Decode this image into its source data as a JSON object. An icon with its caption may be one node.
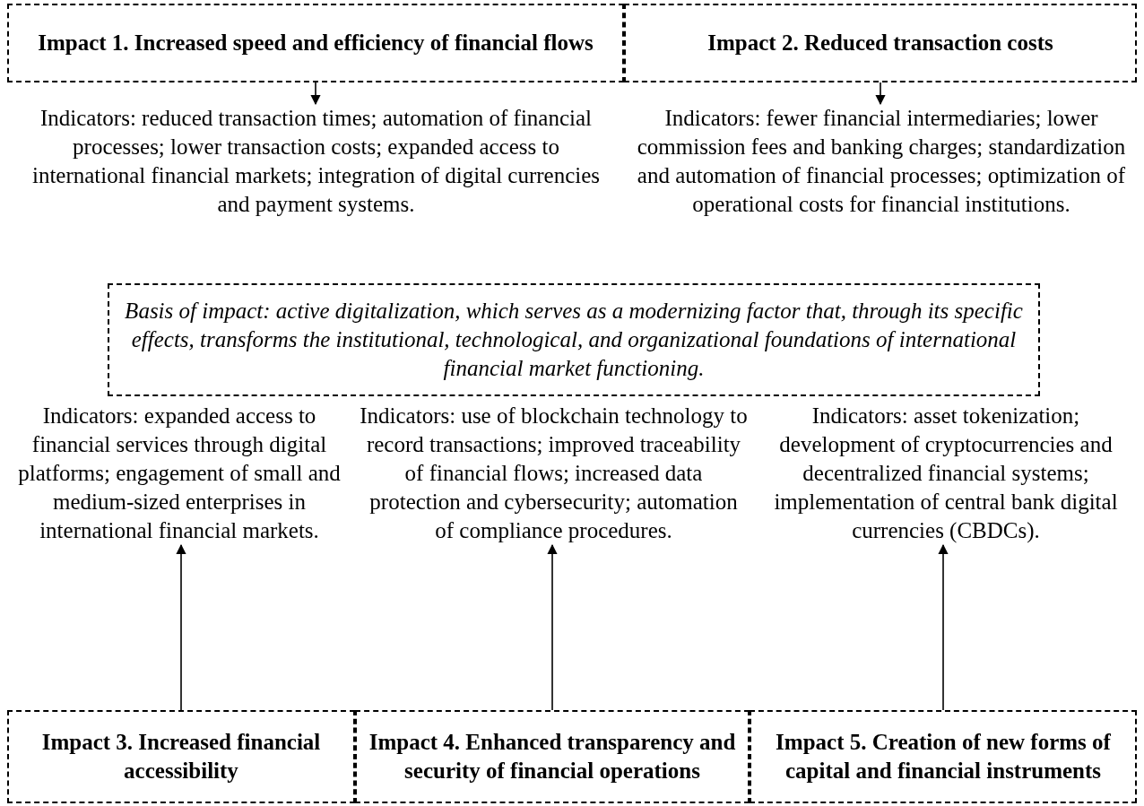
{
  "diagram": {
    "nodes": [
      {
        "text": [
          "Impact 1. Increased speed and efficiency of financial flows"
        ]
      },
      {
        "text": [
          "Impact 2. Reduced transaction costs"
        ]
      },
      {
        "text": [
          "Indicators: reduced transaction times; automation of financial processes; lower transaction costs; expanded access to international financial markets; integration of digital currencies and payment systems."
        ]
      },
      {
        "text": [
          "Indicators: fewer financial intermediaries; lower commission fees and banking charges; standardization and automation of financial processes; optimization of operational costs for financial institutions."
        ]
      },
      {
        "text": [
          "Basis of impact: active digitalization, which serves as a modernizing factor that, through its specific effects, transforms the institutional, technological, and organizational foundations of international financial market functioning."
        ]
      },
      {
        "text": [
          "Indicators: expanded access to financial services through digital platforms; engagement of small and medium-sized enterprises in international financial markets."
        ]
      },
      {
        "text": [
          "Indicators: use of blockchain technology to record transactions; improved traceability of financial flows; increased data protection and cybersecurity; automation of compliance procedures."
        ]
      },
      {
        "text": [
          "Indicators: asset tokenization; development of cryptocurrencies and decentralized financial systems; implementation of central bank digital currencies (CBDCs)."
        ]
      },
      {
        "text": [
          "Impact 3. Increased financial accessibility"
        ]
      },
      {
        "text": [
          "Impact 4. Enhanced transparency and security of financial operations"
        ]
      },
      {
        "text": [
          "Impact 5. Creation of new forms of capital and financial instruments"
        ]
      }
    ],
    "edges": [
      {
        "from": 0,
        "to": 2,
        "arrow": "to"
      },
      {
        "from": 1,
        "to": 3,
        "arrow": "to"
      },
      {
        "from": 8,
        "to": 5,
        "arrow": "to"
      },
      {
        "from": 9,
        "to": 6,
        "arrow": "to"
      },
      {
        "from": 10,
        "to": 7,
        "arrow": "to"
      }
    ]
  }
}
